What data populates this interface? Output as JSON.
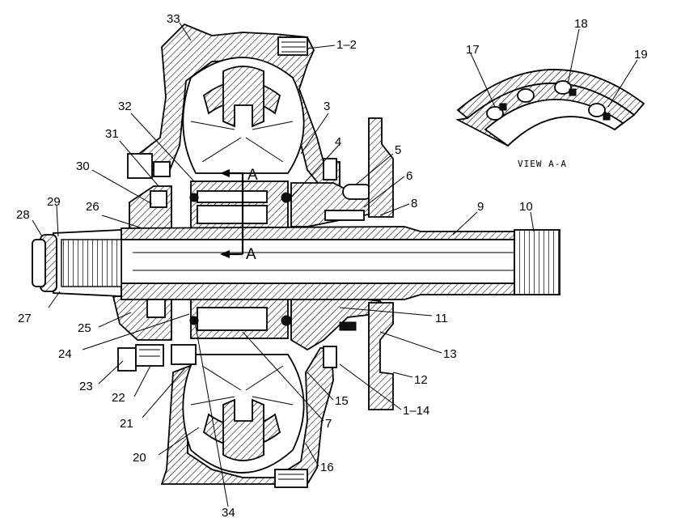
{
  "labels": {
    "l1_2": "1–2",
    "l3": "3",
    "l4": "4",
    "l5": "5",
    "l6": "6",
    "l7": "7",
    "l8": "8",
    "l9": "9",
    "l10": "10",
    "l11": "11",
    "l12": "12",
    "l13": "13",
    "l1_14": "1–14",
    "l15": "15",
    "l16": "16",
    "l17": "17",
    "l18": "18",
    "l19": "19",
    "l20": "20",
    "l21": "21",
    "l22": "22",
    "l23": "23",
    "l24": "24",
    "l25": "25",
    "l26": "26",
    "l27": "27",
    "l28": "28",
    "l29": "29",
    "l30": "30",
    "l31": "31",
    "l32": "32",
    "l33": "33",
    "l34": "34"
  },
  "section": {
    "top": "A",
    "bottom": "A"
  },
  "view_title": "VIEW  A-A"
}
